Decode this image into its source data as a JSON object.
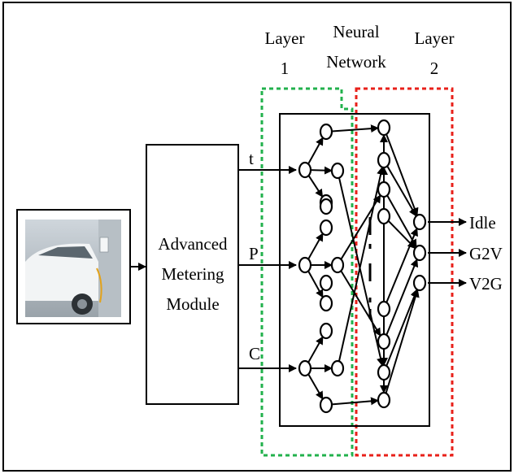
{
  "labels": {
    "layer1_line1": "Layer",
    "layer1_line2": "1",
    "nn_line1": "Neural",
    "nn_line2": "Network",
    "layer2_line1": "Layer",
    "layer2_line2": "2",
    "module_line1": "Advanced",
    "module_line2": "Metering",
    "module_line3": "Module",
    "input_t": "t",
    "input_p": "P",
    "input_c": "C",
    "output_idle": "Idle",
    "output_g2v": "G2V",
    "output_v2g": "V2G"
  },
  "icons": {
    "vehicle": "ev-charging-car-photo"
  },
  "colors": {
    "layer1_border": "#22b14c",
    "layer2_border": "#e8201a",
    "line": "#000000"
  }
}
